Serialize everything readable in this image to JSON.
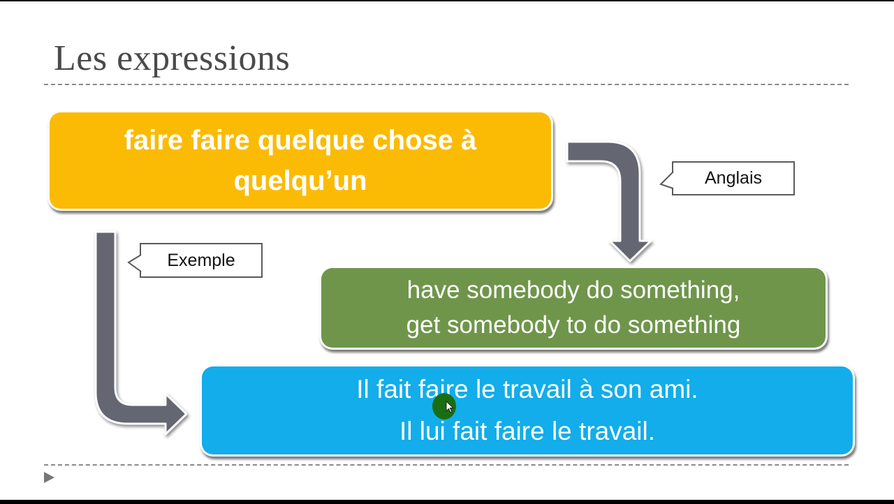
{
  "slide": {
    "title": "Les expressions",
    "expression_box": {
      "line1": "faire faire quelque chose à",
      "line2": "quelqu’un",
      "color": "#fbbb05"
    },
    "callout_translation": {
      "label": "Anglais"
    },
    "callout_example": {
      "label": "Exemple"
    },
    "translation_box": {
      "line1": "have somebody do something,",
      "line2": "get somebody to do something",
      "color": "#6f954b"
    },
    "example_box": {
      "line1": "Il fait faire le travail à son ami.",
      "line2": "Il lui fait faire le travail.",
      "color": "#12adea"
    },
    "arrows": {
      "color": "#646672"
    },
    "navigation": {
      "next_icon": "play-triangle-icon"
    },
    "pointer": {
      "highlight_char": "e",
      "highlight_color": "#e6f012",
      "dot_color": "#1a6e12"
    }
  }
}
